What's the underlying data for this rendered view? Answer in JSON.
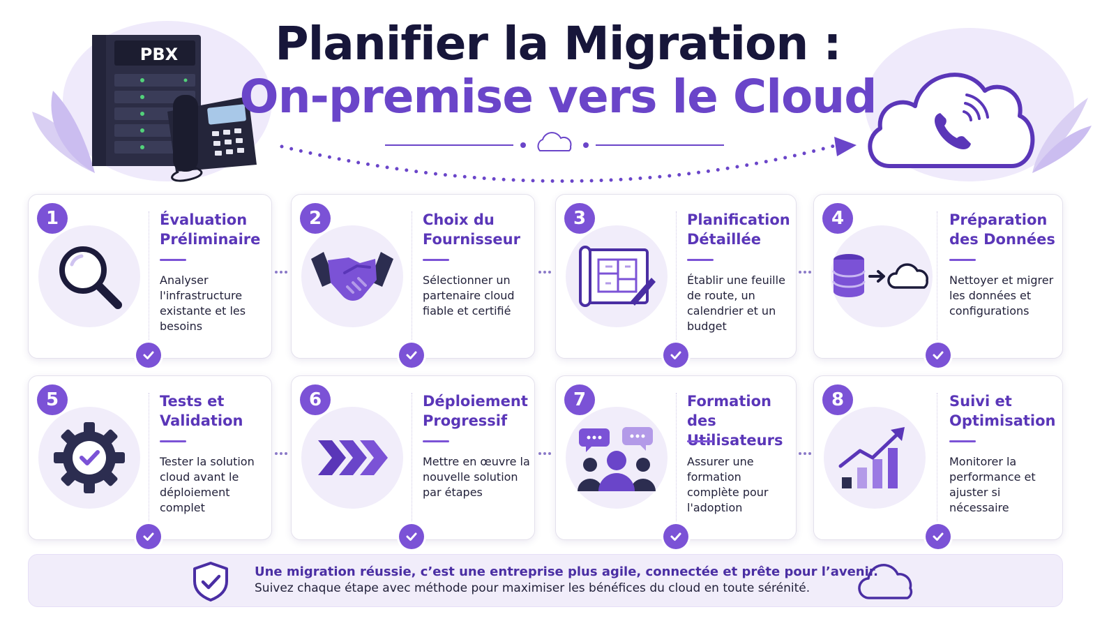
{
  "title": {
    "line1": "Planifier la Migration :",
    "line2": "On-premise vers le Cloud"
  },
  "hero": {
    "pbx_label": "PBX",
    "left_icon": "pbx-server-icon",
    "right_icon": "cloud-phone-icon"
  },
  "colors": {
    "accent": "#7b52d6",
    "title_dark": "#17163a",
    "title_purple": "#6a45c9",
    "card_title": "#5a36b8",
    "soft_bg": "#f1edfa"
  },
  "steps": [
    {
      "number": "1",
      "title": "Évaluation Préliminaire",
      "description": "Analyser l'infrastructure existante et les besoins",
      "icon": "magnifier-icon"
    },
    {
      "number": "2",
      "title": "Choix du Fournisseur",
      "description": "Sélectionner un partenaire cloud fiable et certifié",
      "icon": "handshake-icon"
    },
    {
      "number": "3",
      "title": "Planification Détaillée",
      "description": "Établir une feuille de route, un calendrier et un budget",
      "icon": "blueprint-icon"
    },
    {
      "number": "4",
      "title": "Préparation des Données",
      "description": "Nettoyer et migrer les données et configurations",
      "icon": "database-to-cloud-icon"
    },
    {
      "number": "5",
      "title": "Tests et Validation",
      "description": "Tester la solution cloud avant le déploiement complet",
      "icon": "gear-check-icon"
    },
    {
      "number": "6",
      "title": "Déploiement Progressif",
      "description": "Mettre en œuvre la nouvelle solution par étapes",
      "icon": "chevrons-icon"
    },
    {
      "number": "7",
      "title": "Formation des Utilisateurs",
      "description": "Assurer une formation complète pour l'adoption",
      "icon": "team-chat-icon"
    },
    {
      "number": "8",
      "title": "Suivi et Optimisation",
      "description": "Monitorer la performance et ajuster si nécessaire",
      "icon": "growth-chart-icon"
    }
  ],
  "footer": {
    "line1": "Une migration réussie, c’est une entreprise plus agile, connectée et prête pour l’avenir.",
    "line2": "Suivez chaque étape avec méthode pour maximiser les bénéfices du cloud en toute sérénité.",
    "left_icon": "shield-check-icon",
    "right_icon": "cloud-outline-icon"
  }
}
